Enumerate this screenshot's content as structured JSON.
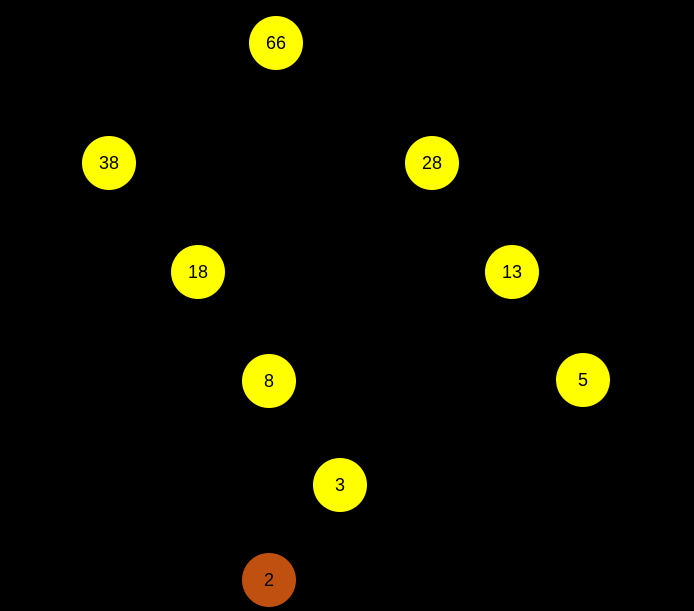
{
  "colors": {
    "background": "#000000",
    "node_fill": "#FFFF00",
    "highlight_fill": "#C0500F",
    "text": "#000000"
  },
  "nodes": [
    {
      "id": "66",
      "label": "66",
      "highlighted": false
    },
    {
      "id": "38",
      "label": "38",
      "highlighted": false
    },
    {
      "id": "28",
      "label": "28",
      "highlighted": false
    },
    {
      "id": "18",
      "label": "18",
      "highlighted": false
    },
    {
      "id": "13",
      "label": "13",
      "highlighted": false
    },
    {
      "id": "8",
      "label": "8",
      "highlighted": false
    },
    {
      "id": "5",
      "label": "5",
      "highlighted": false
    },
    {
      "id": "3",
      "label": "3",
      "highlighted": false
    },
    {
      "id": "2",
      "label": "2",
      "highlighted": true
    }
  ]
}
